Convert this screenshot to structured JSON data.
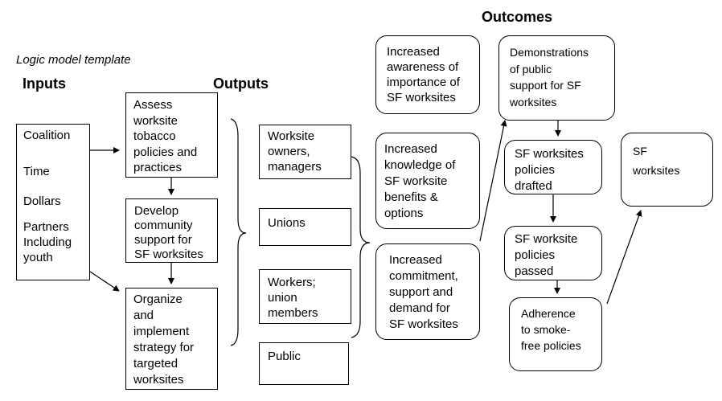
{
  "headings": {
    "outcomes": "Outcomes",
    "template": "Logic model template",
    "inputs": "Inputs",
    "outputs": "Outputs"
  },
  "inputs": {
    "coalition": "Coalition",
    "time": "Time",
    "dollars": "Dollars",
    "partners": "Partners\nIncluding\nyouth"
  },
  "activities": {
    "assess": "Assess\nworksite\ntobacco\npolicies and\npractices",
    "develop": "Develop\ncommunity\nsupport for\nSF worksites",
    "organize": "Organize\nand\nimplement\nstrategy for\ntargeted\nworksites"
  },
  "audiences": {
    "owners": "Worksite\nowners,\nmanagers",
    "unions": "Unions",
    "workers": "Workers;\nunion\nmembers",
    "public": "Public"
  },
  "short_outcomes": {
    "awareness": "Increased\nawareness of\nimportance of\nSF worksites",
    "knowledge": "Increased\nknowledge of\nSF worksite\nbenefits &\noptions",
    "commitment": "Increased\ncommitment,\nsupport and\ndemand for\nSF worksites"
  },
  "long_outcomes": {
    "demonstrations": "Demonstrations\nof public\nsupport  for SF\nworksites",
    "drafted": "SF worksites\npolicies\ndrafted",
    "passed": "SF worksite\npolicies\npassed",
    "adherence": "Adherence\nto smoke-\nfree policies",
    "sf_worksites": "SF\nworksites"
  }
}
